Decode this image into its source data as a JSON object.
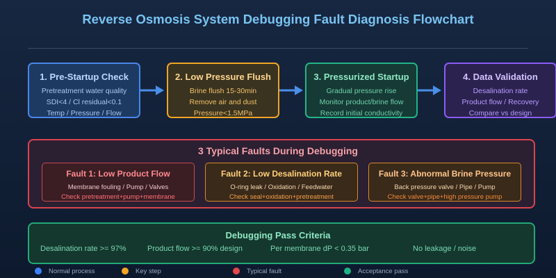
{
  "title": "Reverse Osmosis System Debugging Fault Diagnosis Flowchart",
  "steps": [
    {
      "title": "1. Pre-Startup Check",
      "lines": [
        "Pretreatment water quality",
        "SDI<4 / Cl residual<0.1",
        "Temp / Pressure / Flow"
      ],
      "color": "#4a86e8"
    },
    {
      "title": "2. Low Pressure Flush",
      "lines": [
        "Brine flush 15-30min",
        "Remove air and dust",
        "Pressure<1.5MPa"
      ],
      "color": "#f0a525"
    },
    {
      "title": "3. Pressurized Startup",
      "lines": [
        "Gradual pressure rise",
        "Monitor product/brine flow",
        "Record initial conductivity"
      ],
      "color": "#21b488"
    },
    {
      "title": "4. Data Validation",
      "lines": [
        "Desalination rate",
        "Product flow / Recovery",
        "Compare vs design"
      ],
      "color": "#8b5cf6"
    }
  ],
  "faults": {
    "title": "3 Typical Faults During Debugging",
    "items": [
      {
        "title": "Fault 1: Low Product Flow",
        "cause": "Membrane fouling / Pump / Valves",
        "check": "Check pretreatment+pump+membrane"
      },
      {
        "title": "Fault 2: Low Desalination Rate",
        "cause": "O-ring leak / Oxidation / Feedwater",
        "check": "Check seal+oxidation+pretreatment"
      },
      {
        "title": "Fault 3: Abnormal Brine Pressure",
        "cause": "Back pressure valve / Pipe / Pump",
        "check": "Check valve+pipe+high pressure pump"
      }
    ]
  },
  "criteria": {
    "title": "Debugging Pass Criteria",
    "items": [
      "Desalination rate >= 97%",
      "Product flow >= 90% design",
      "Per membrane dP < 0.35 bar",
      "No leakage / noise"
    ]
  },
  "legend": [
    {
      "label": "Normal process",
      "color": "#3b82f6"
    },
    {
      "label": "Key step",
      "color": "#f5a623"
    },
    {
      "label": "Typical fault",
      "color": "#e5484d"
    },
    {
      "label": "Acceptance pass",
      "color": "#1fb482"
    }
  ],
  "arrow_color": "#4a8fe8"
}
